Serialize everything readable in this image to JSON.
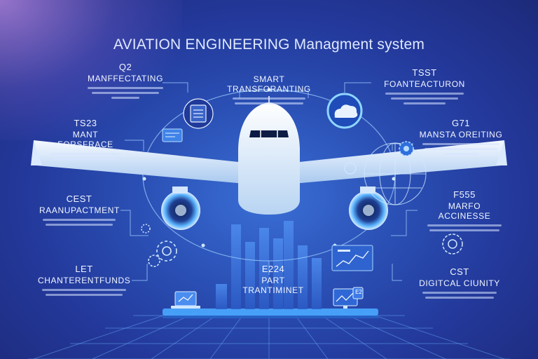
{
  "title": "AVIATION ENGINEERING Managment system",
  "blocks": [
    {
      "id": "tl",
      "code": "Q2",
      "head": "MANFFECTATING"
    },
    {
      "id": "tc",
      "code": "",
      "head": "SMART TRANSFORANTING"
    },
    {
      "id": "tr",
      "code": "TSST",
      "head": "FOANTEACTURON"
    },
    {
      "id": "ml",
      "code": "TS23",
      "head": "MANT FORSFRACE"
    },
    {
      "id": "mr",
      "code": "G71",
      "head": "MANSTA OREITING"
    },
    {
      "id": "cl",
      "code": "CEST",
      "head": "RAANUPACTMENT"
    },
    {
      "id": "cr",
      "code": "F555",
      "head": "MARFO ACCINESSE"
    },
    {
      "id": "bl",
      "code": "LET",
      "head": "CHANTERENTFUNDS"
    },
    {
      "id": "bc",
      "code": "E224",
      "head": "PART TRANTIMINET"
    },
    {
      "id": "br",
      "code": "CST",
      "head": "DIGITCAL CIUNITY"
    }
  ],
  "badge": "E2",
  "colors": {
    "accent": "#7fd3ff",
    "bg_dark": "#1d2a7a",
    "bg_mid": "#2a4fb4",
    "line": "#9fd0ff"
  },
  "icons": [
    "document-icon",
    "cloud-icon",
    "globe-icon",
    "gear-icon",
    "laptop-icon",
    "monitor-icon",
    "analytics-panel-icon",
    "plane-icon"
  ]
}
